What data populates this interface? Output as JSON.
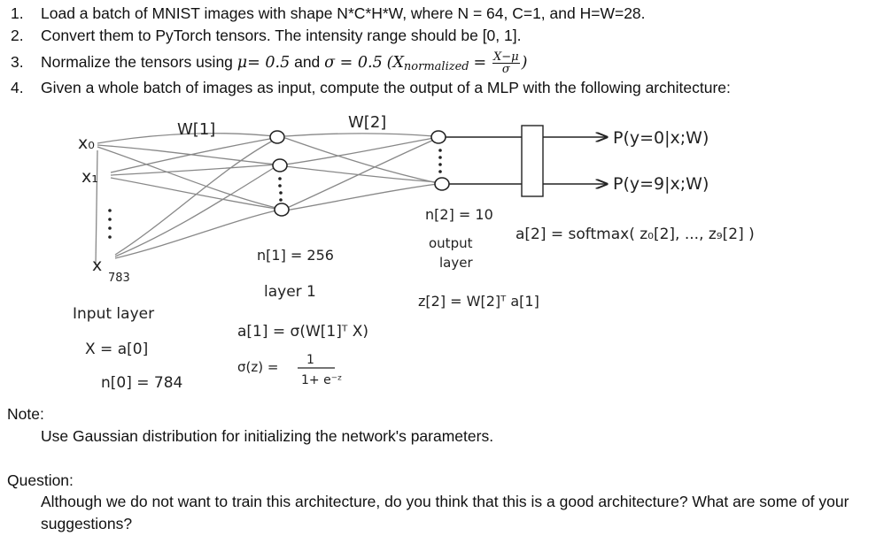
{
  "steps": [
    {
      "num": "1.",
      "text": "Load a batch of MNIST images with shape N*C*H*W, where N = 64, C=1, and H=W=28."
    },
    {
      "num": "2.",
      "text": "Convert them to PyTorch tensors. The intensity range should be [0, 1]."
    },
    {
      "num": "3.",
      "prefix": "Normalize the tensors using",
      "mu": "μ= 0.5",
      "and": "and",
      "sigma": "σ = 0.5",
      "formula_open": "(X",
      "formula_sub": "normalized",
      "formula_eq": "=",
      "frac_num": "X−μ",
      "frac_den": "σ",
      "formula_close": ")"
    },
    {
      "num": "4.",
      "text": "Given a whole batch of images as input, compute the output of a MLP with the following architecture:"
    }
  ],
  "diagram": {
    "w1": "W[1]",
    "w2": "W[2]",
    "x0": "x₀",
    "x1": "x₁",
    "x783": "x",
    "x783_sub": "783",
    "input_layer": "Input layer",
    "x_eq": "X = a[0]",
    "n0": "n[0] = 784",
    "n1": "n[1] = 256",
    "layer1": "layer 1",
    "a1": "a[1] = σ(W[1]ᵀ X)",
    "sigma_def_left": "σ(z) =",
    "sigma_num": "1",
    "sigma_den": "1+ e⁻ᶻ",
    "n2": "n[2] = 10",
    "output_layer_1": "output",
    "output_layer_2": "layer",
    "z2": "z[2] = W[2]ᵀ a[1]",
    "p0": "P(y=0|x;W)",
    "p9": "P(y=9|x;W)",
    "softmax": "a[2] = softmax( z₀[2], ..., z₉[2] )"
  },
  "note": {
    "label": "Note:",
    "text": "Use Gaussian distribution for initializing the network's parameters."
  },
  "question": {
    "label": "Question:",
    "text": "Although we do not want to train this architecture, do you think that this is a good architecture? What are some of your suggestions?"
  }
}
